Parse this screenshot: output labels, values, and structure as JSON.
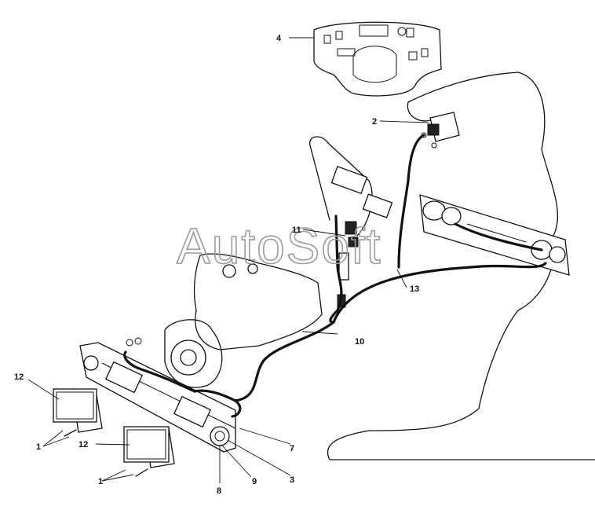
{
  "watermark": "AutoSoft",
  "callouts": {
    "c1a": "1",
    "c1b": "1",
    "c2": "2",
    "c3": "3",
    "c4": "4",
    "c7": "7",
    "c8": "8",
    "c9": "9",
    "c10": "10",
    "c11": "11",
    "c12a": "12",
    "c12b": "12",
    "c13": "13"
  }
}
